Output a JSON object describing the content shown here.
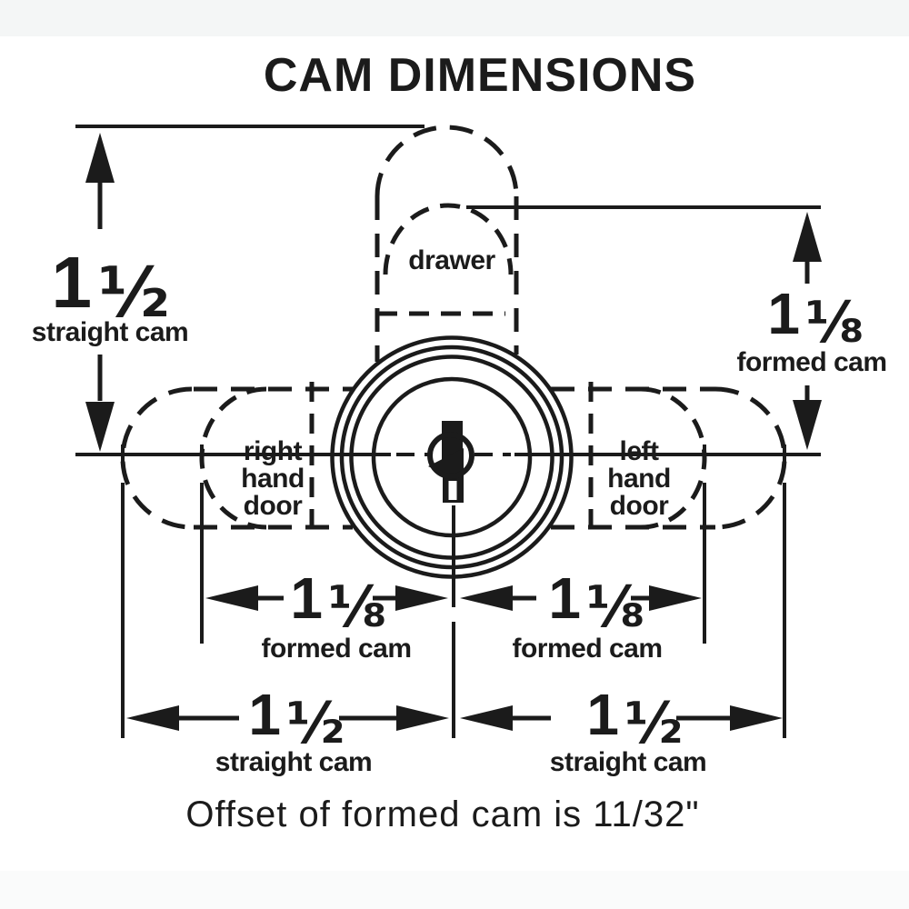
{
  "title": "CAM DIMENSIONS",
  "note": "Offset of formed cam is 11/32\"",
  "colors": {
    "ink": "#1b1b1b",
    "background": "#ffffff"
  },
  "cam_labels": {
    "drawer": "drawer",
    "right_hand_door": {
      "line1": "right",
      "line2": "hand",
      "line3": "door"
    },
    "left_hand_door": {
      "line1": "left",
      "line2": "hand",
      "line3": "door"
    }
  },
  "dimensions": {
    "left_vertical": {
      "whole": "1",
      "fraction": "½",
      "label": "straight cam"
    },
    "right_vertical": {
      "whole": "1",
      "fraction": "⅛",
      "label": "formed cam"
    },
    "bottom_formed_left": {
      "whole": "1",
      "fraction": "⅛",
      "label": "formed cam"
    },
    "bottom_formed_right": {
      "whole": "1",
      "fraction": "⅛",
      "label": "formed cam"
    },
    "bottom_straight_left": {
      "whole": "1",
      "fraction": "½",
      "label": "straight cam"
    },
    "bottom_straight_right": {
      "whole": "1",
      "fraction": "½",
      "label": "straight cam"
    }
  }
}
